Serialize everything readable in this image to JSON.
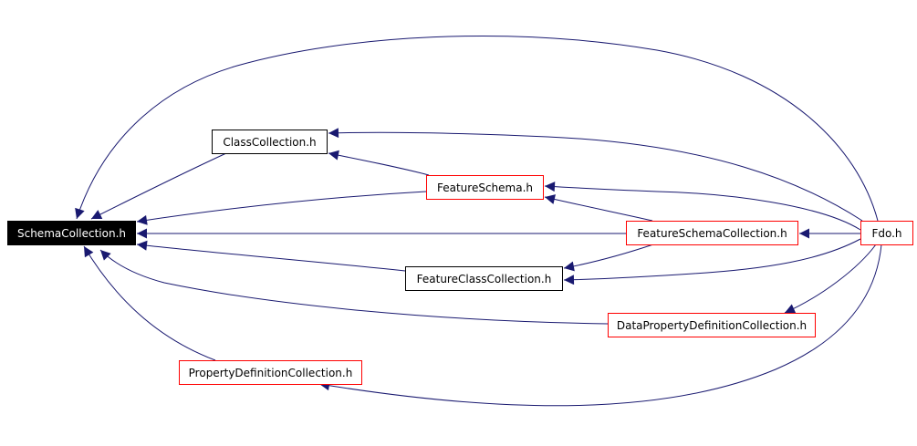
{
  "colors": {
    "background": "#ffffff",
    "edge": "#191970",
    "root_fill": "#000000",
    "root_text": "#ffffff",
    "node_border_documented": "#000000",
    "node_border_undocumented": "#ff0000",
    "node_fill": "#ffffff",
    "node_text": "#000000"
  },
  "nodes": [
    {
      "id": "schema_collection",
      "label": "SchemaCollection.h",
      "style": "root"
    },
    {
      "id": "class_collection",
      "label": "ClassCollection.h",
      "style": "documented"
    },
    {
      "id": "feature_schema",
      "label": "FeatureSchema.h",
      "style": "undocumented"
    },
    {
      "id": "feature_schema_collection",
      "label": "FeatureSchemaCollection.h",
      "style": "undocumented"
    },
    {
      "id": "fdo",
      "label": "Fdo.h",
      "style": "undocumented"
    },
    {
      "id": "feature_class_collection",
      "label": "FeatureClassCollection.h",
      "style": "documented"
    },
    {
      "id": "data_property_definition_collection",
      "label": "DataPropertyDefinitionCollection.h",
      "style": "undocumented"
    },
    {
      "id": "property_definition_collection",
      "label": "PropertyDefinitionCollection.h",
      "style": "undocumented"
    }
  ],
  "edges": [
    {
      "from": "fdo",
      "to": "schema_collection"
    },
    {
      "from": "class_collection",
      "to": "schema_collection"
    },
    {
      "from": "feature_schema",
      "to": "schema_collection"
    },
    {
      "from": "feature_schema_collection",
      "to": "schema_collection"
    },
    {
      "from": "feature_class_collection",
      "to": "schema_collection"
    },
    {
      "from": "data_property_definition_collection",
      "to": "schema_collection"
    },
    {
      "from": "property_definition_collection",
      "to": "schema_collection"
    },
    {
      "from": "fdo",
      "to": "class_collection"
    },
    {
      "from": "feature_schema",
      "to": "class_collection"
    },
    {
      "from": "fdo",
      "to": "feature_schema"
    },
    {
      "from": "feature_schema_collection",
      "to": "feature_schema"
    },
    {
      "from": "fdo",
      "to": "feature_schema_collection"
    },
    {
      "from": "fdo",
      "to": "feature_class_collection"
    },
    {
      "from": "feature_schema_collection",
      "to": "feature_class_collection"
    },
    {
      "from": "fdo",
      "to": "data_property_definition_collection"
    },
    {
      "from": "fdo",
      "to": "property_definition_collection"
    }
  ]
}
